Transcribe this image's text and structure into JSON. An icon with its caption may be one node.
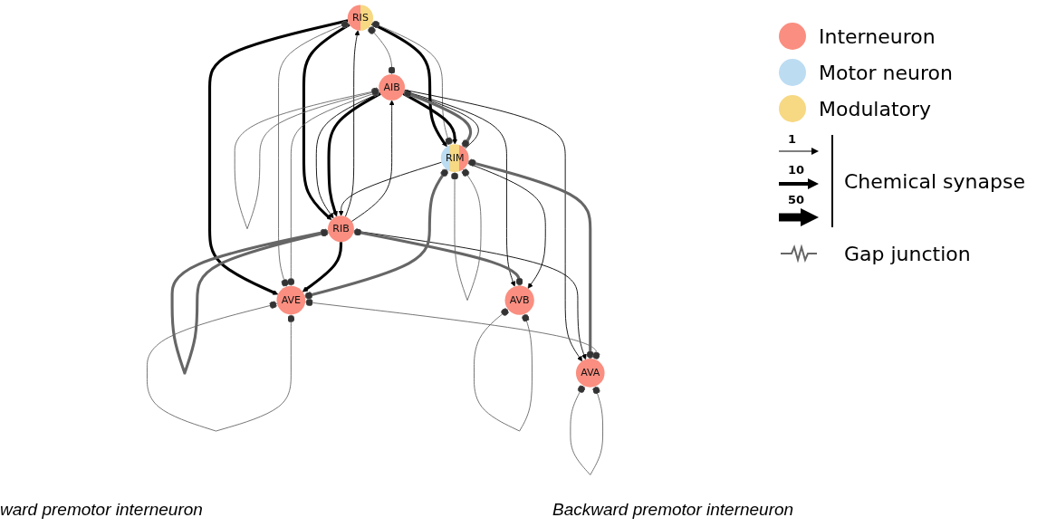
{
  "diagram": {
    "nodes": [
      {
        "text": [
          "RIS"
        ]
      },
      {
        "text": [
          "AIB"
        ]
      },
      {
        "text": [
          "RIB"
        ]
      },
      {
        "text": [
          "RIM"
        ]
      },
      {
        "text": [
          "AVE"
        ]
      },
      {
        "text": [
          "AVB"
        ]
      },
      {
        "text": [
          "AVA"
        ]
      }
    ],
    "edges": [
      {
        "from": 0,
        "to": 1,
        "arrow": "other",
        "color": "#666666"
      },
      {
        "from": 2,
        "to": 0,
        "arrow": "to",
        "color": "#000000"
      },
      {
        "from": 0,
        "to": 2,
        "arrow": "to",
        "style": "thick",
        "color": "#000000"
      },
      {
        "from": 0,
        "to": 3,
        "arrow": "to",
        "style": "thick",
        "color": "#000000"
      },
      {
        "from": 0,
        "to": 4,
        "arrow": "to",
        "style": "thick",
        "color": "#000000"
      },
      {
        "from": 0,
        "to": 3,
        "arrow": "other",
        "color": "#666666"
      },
      {
        "from": 0,
        "to": 4,
        "arrow": "other",
        "color": "#666666"
      },
      {
        "from": 2,
        "to": 1,
        "arrow": "to",
        "color": "#000000"
      },
      {
        "from": 1,
        "to": 2,
        "arrow": "to",
        "color": "#000000"
      },
      {
        "from": 1,
        "to": 2,
        "arrow": "to",
        "style": "thick",
        "color": "#000000"
      },
      {
        "from": 1,
        "to": 5,
        "arrow": "to",
        "color": "#000000"
      },
      {
        "from": 1,
        "to": 3,
        "arrow": "to",
        "style": "thick",
        "color": "#000000"
      },
      {
        "from": 3,
        "to": 1,
        "arrow": "to",
        "color": "#000000"
      },
      {
        "from": 1,
        "to": 3,
        "arrow": "other",
        "style": "thick",
        "color": "#666666"
      },
      {
        "from": 1,
        "to": 6,
        "arrow": "to",
        "color": "#000000"
      },
      {
        "from": 1,
        "to": 4,
        "arrow": "other",
        "color": "#666666"
      },
      {
        "from": 1,
        "to": 1,
        "arrow": "other",
        "color": "#666666"
      },
      {
        "from": 2,
        "to": 2,
        "arrow": "other",
        "style": "thick",
        "color": "#666666"
      },
      {
        "from": 3,
        "to": 2,
        "arrow": "to",
        "color": "#000000"
      },
      {
        "from": 2,
        "to": 4,
        "arrow": "to",
        "style": "thick",
        "color": "#000000"
      },
      {
        "from": 2,
        "to": 6,
        "arrow": "to",
        "color": "#000000"
      },
      {
        "from": 2,
        "to": 5,
        "arrow": "other",
        "style": "thick",
        "color": "#666666"
      },
      {
        "from": 3,
        "to": 5,
        "arrow": "to",
        "color": "#000000"
      },
      {
        "from": 3,
        "to": 3,
        "arrow": "other",
        "color": "#666666"
      },
      {
        "from": 3,
        "to": 4,
        "arrow": "other",
        "style": "thick",
        "color": "#666666"
      },
      {
        "from": 3,
        "to": 6,
        "arrow": "other",
        "style": "thick",
        "color": "#666666"
      },
      {
        "from": 4,
        "to": 4,
        "arrow": "other",
        "color": "#666666"
      },
      {
        "from": 4,
        "to": 6,
        "arrow": "other",
        "color": "#666666"
      },
      {
        "from": 5,
        "to": 5,
        "arrow": "other",
        "color": "#666666"
      },
      {
        "from": 6,
        "to": 6,
        "arrow": "other",
        "color": "#666666"
      }
    ],
    "labels": [
      "1",
      "10",
      "50",
      "ward premotor interneuron",
      "Backward premotor interneuron"
    ],
    "legend": [
      {
        "text": "Interneuron",
        "color": "#fa8e80"
      },
      {
        "text": "Motor neuron",
        "color": "#bcdcf2"
      },
      {
        "text": "Modulatory",
        "color": "#f7d883"
      },
      {
        "text": "Chemical synapse"
      },
      {
        "text": "Gap junction"
      }
    ]
  }
}
